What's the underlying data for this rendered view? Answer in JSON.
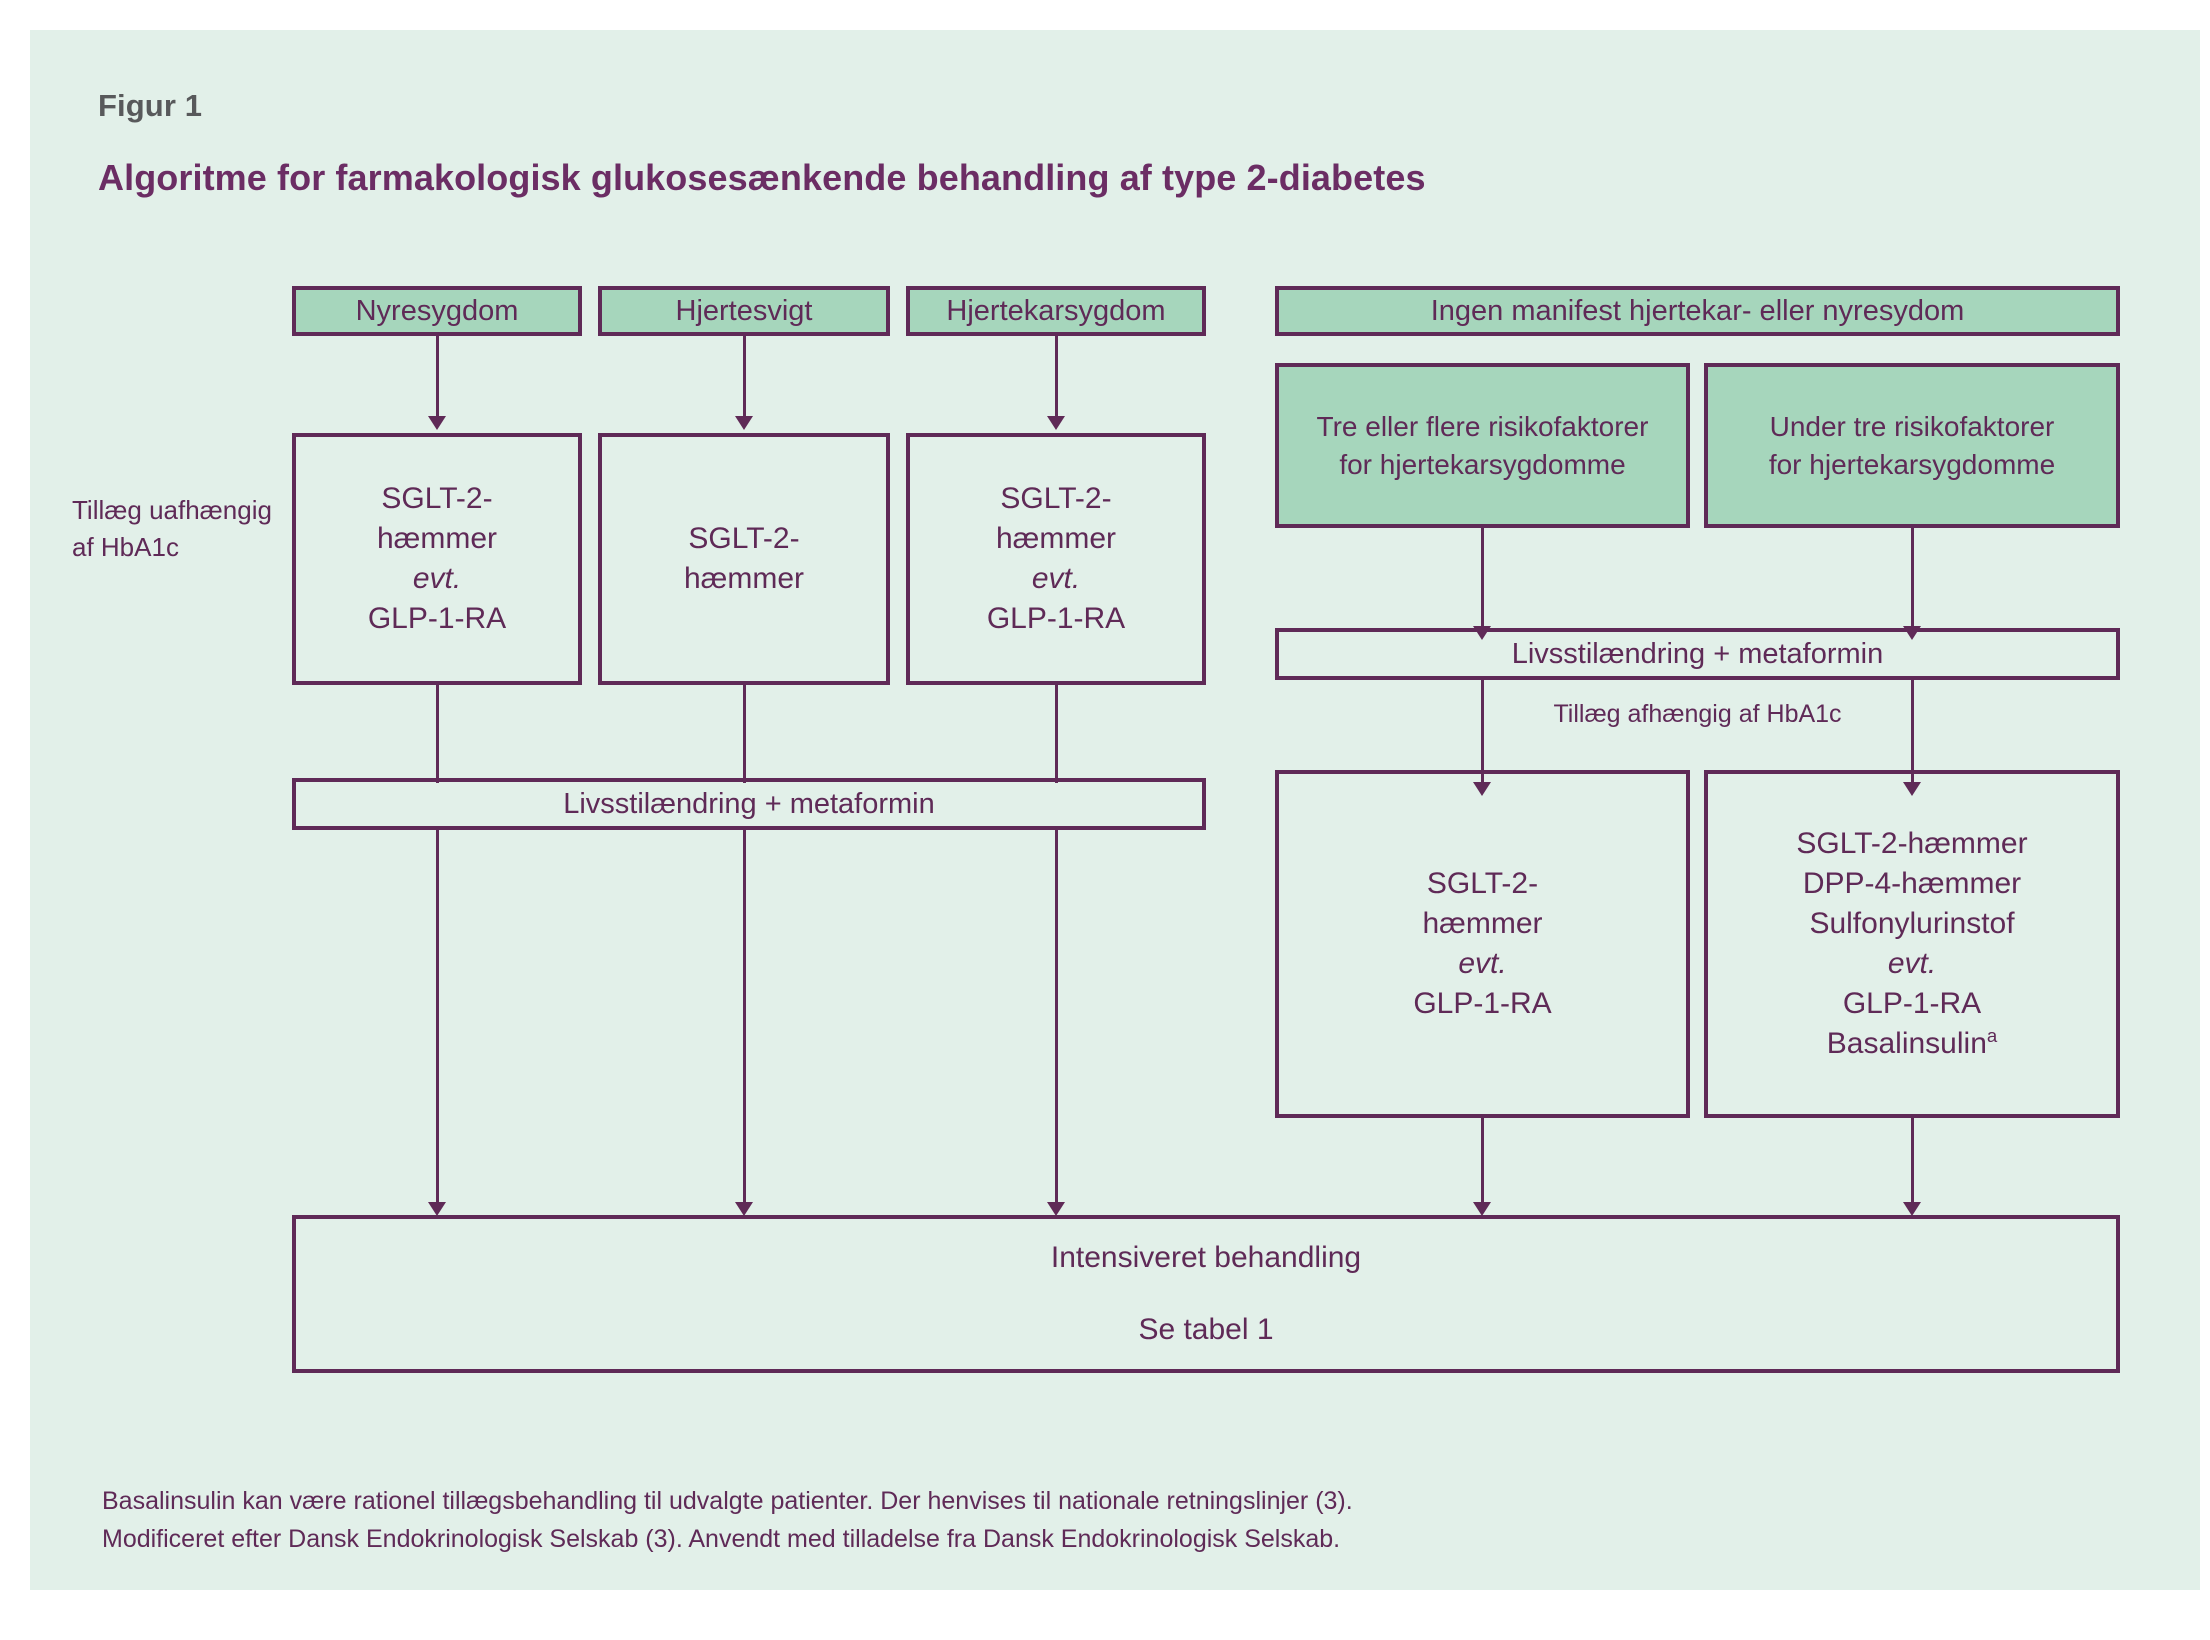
{
  "figure": {
    "label": "Figur 1",
    "title": "Algoritme for farmakologisk glukosesænkende behandling af type 2-diabetes"
  },
  "labels": {
    "left_side": {
      "line1": "Tillæg",
      "line2": "uafhængig",
      "line3": "af HbA1c"
    },
    "hba1c_dependent": "Tillæg afhængig af HbA1c"
  },
  "left_branch": {
    "conditions": [
      {
        "name": "Nyresygdom"
      },
      {
        "name": "Hjertesvigt"
      },
      {
        "name": "Hjertekarsygdom"
      }
    ],
    "treatments": [
      {
        "l1": "SGLT-2-",
        "l2": "hæmmer",
        "l3": "evt.",
        "l4": "GLP-1-RA"
      },
      {
        "l1": "SGLT-2-",
        "l2": "hæmmer",
        "l3": "",
        "l4": ""
      },
      {
        "l1": "SGLT-2-",
        "l2": "hæmmer",
        "l3": "evt.",
        "l4": "GLP-1-RA"
      }
    ],
    "lifestyle": "Livsstilændring + metaformin"
  },
  "right_branch": {
    "header": "Ingen manifest hjertekar- eller nyresydom",
    "risk_groups": [
      {
        "l1": "Tre eller flere risikofaktorer",
        "l2": "for hjertekarsygdomme"
      },
      {
        "l1": "Under tre risikofaktorer",
        "l2": "for hjertekarsygdomme"
      }
    ],
    "lifestyle": "Livsstilændring + metaformin",
    "treatments": [
      {
        "lines": [
          "SGLT-2-",
          "hæmmer"
        ],
        "evt": "evt.",
        "after": [
          "GLP-1-RA"
        ]
      },
      {
        "lines": [
          "SGLT-2-hæmmer",
          "DPP-4-hæmmer",
          "Sulfonylurinstof"
        ],
        "evt": "evt.",
        "after": [
          "GLP-1-RA",
          "Basalinsulin"
        ],
        "after_sup": "a"
      }
    ]
  },
  "bottom": {
    "line1": "Intensiveret behandling",
    "line2": "Se tabel 1"
  },
  "footnote": {
    "line1": "Basalinsulin kan være rationel tillægsbehandling til udvalgte patienter. Der henvises til nationale retningslinjer (3).",
    "line2": "Modificeret efter Dansk Endokrinologisk Selskab (3). Anvendt med tilladelse fra Dansk Endokrinologisk Selskab."
  },
  "colors": {
    "panel_background": "#e2f0e9",
    "green_fill": "#a6d6bc",
    "stroke": "#5f2a57",
    "title_text": "#6b2d64",
    "label_text": "#58595b"
  }
}
